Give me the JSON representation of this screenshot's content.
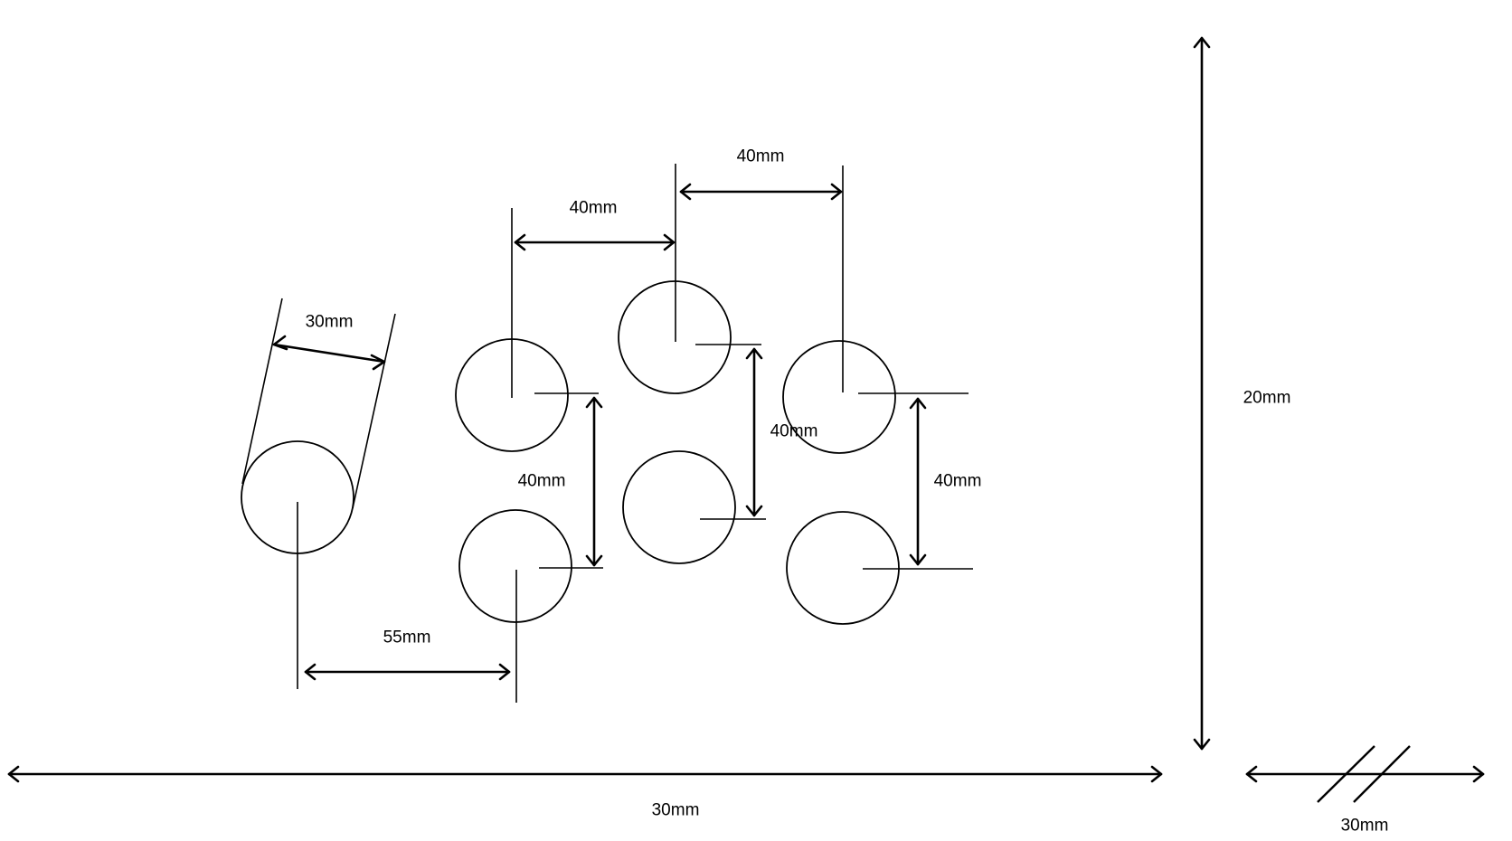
{
  "labels": {
    "pipe_diameter": "30mm",
    "top_spacing_left": "40mm",
    "top_spacing_right": "40mm",
    "vertical_spacing_left": "40mm",
    "vertical_spacing_middle": "40mm",
    "vertical_spacing_right": "40mm",
    "offset_spacing": "55mm",
    "overall_height": "20mm",
    "overall_width": "30mm",
    "break_width": "30mm"
  }
}
